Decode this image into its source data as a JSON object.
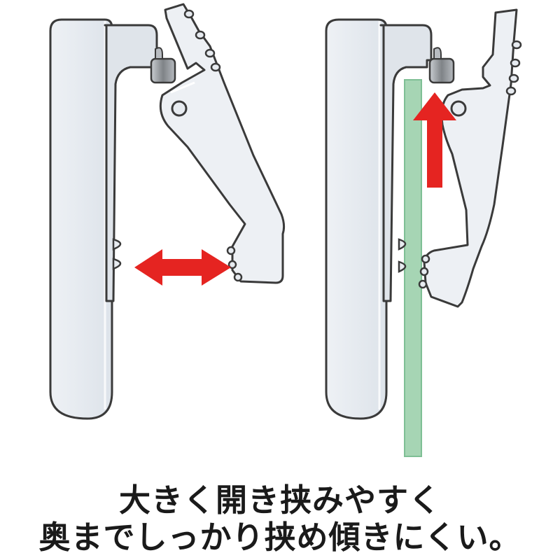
{
  "caption": {
    "line1": "大きく開き挟みやすく",
    "line2": "奥までしっかり挟め傾きにくい。"
  },
  "panels": [
    {
      "id": "open",
      "arrow": "double-horizontal-arrow",
      "arrow_color": "#e52421"
    },
    {
      "id": "clamped",
      "arrow": "up-arrow",
      "arrow_color": "#e52421",
      "inserted_sheet_color": "#a6d5b4"
    }
  ],
  "colors": {
    "body_fill": "#e7ebf0",
    "body_fill_light": "#f3f5f8",
    "outline": "#3a3a3a",
    "hinge": "#9a9ea3",
    "arrow": "#e52421",
    "sheet": "#a6d5b4"
  }
}
